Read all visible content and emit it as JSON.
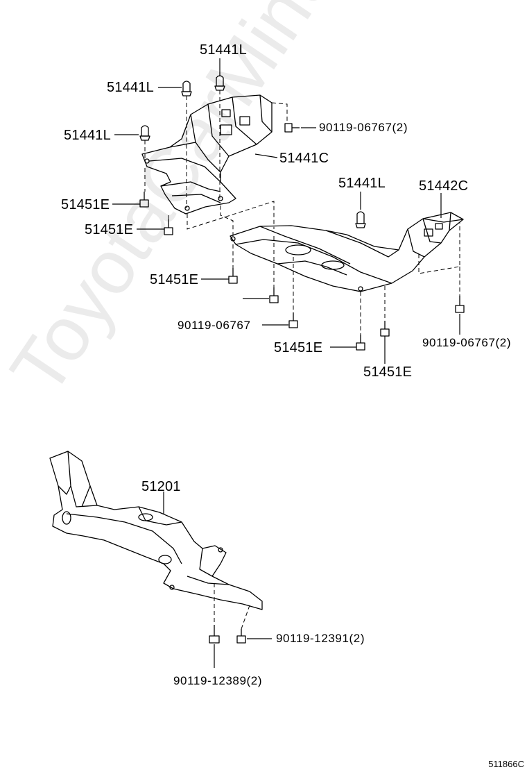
{
  "labels": {
    "top_51441L": "51441L",
    "left_51441L_a": "51441L",
    "left_51441L_b": "51441L",
    "bolt_90119_06767_2_top": "90119-06767(2)",
    "p_51441C": "51441C",
    "right_51441L": "51441L",
    "p_51442C": "51442C",
    "left_51451E_a": "51451E",
    "left_51451E_b": "51451E",
    "mid_51451E": "51451E",
    "bolt_90119_06767": "90119-06767",
    "bottom_51451E_a": "51451E",
    "bottom_51451E_b": "51451E",
    "bolt_90119_06767_2_right": "90119-06767(2)",
    "p_51201": "51201",
    "bolt_90119_12391_2": "90119-12391(2)",
    "bolt_90119_12389_2": "90119-12389(2)"
  },
  "diagram_code": "511866C",
  "watermark": "ToyotaCarMine.ru"
}
